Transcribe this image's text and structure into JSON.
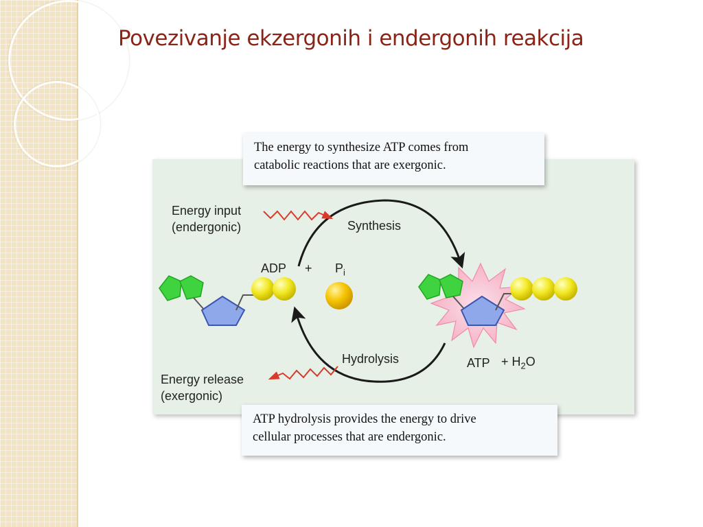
{
  "slide": {
    "title": "Povezivanje ekzergonih i endergonih reakcija"
  },
  "diagram": {
    "caption_top": {
      "line1": "The energy to synthesize ATP comes from",
      "line2": "catabolic reactions that are exergonic."
    },
    "caption_bottom": {
      "line1": "ATP hydrolysis provides the energy to drive",
      "line2": "cellular processes that are endergonic."
    },
    "energy_input": {
      "line1": "Energy input",
      "line2": "(endergonic)"
    },
    "energy_release": {
      "line1": "Energy release",
      "line2": "(exergonic)"
    },
    "synthesis_label": "Synthesis",
    "hydrolysis_label": "Hydrolysis",
    "adp_label": "ADP",
    "plus": "+",
    "pi_label": "P",
    "pi_subscript": "i",
    "atp_label": "ATP",
    "water_prefix": "+ H",
    "water_subscript": "2",
    "water_suffix": "O",
    "colors": {
      "title": "#8b2416",
      "phosphate": "#f2e822",
      "free_phosphate": "#f5c400",
      "base": "#3fd43f",
      "ribose": "#8fa8ea",
      "arrow": "#1a1a1a",
      "energy_arrow": "#d93a2b",
      "starburst": "#f6b3c6"
    }
  }
}
